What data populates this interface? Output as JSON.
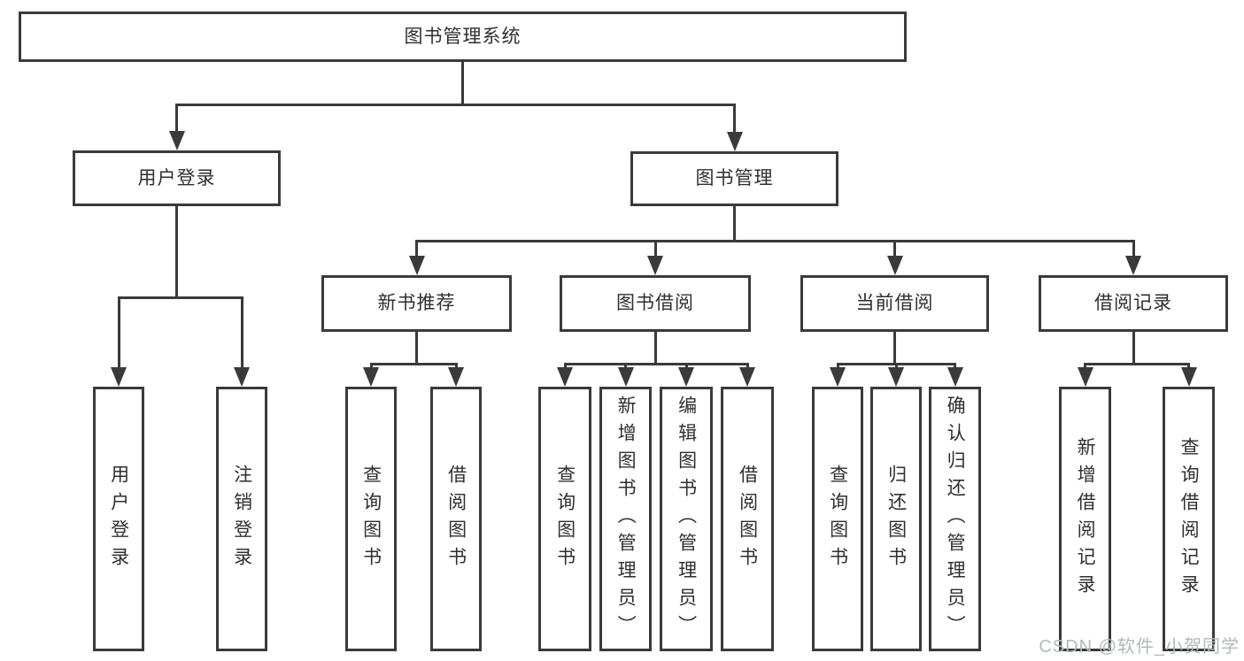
{
  "colors": {
    "line": "#3a3a3a",
    "text": "#2f2f2f",
    "node_background": "#ffffff",
    "watermark": "#b3b8bd",
    "background": "#ffffff"
  },
  "watermark": {
    "text": "CSDN @软件_小贺同学"
  },
  "diagram": {
    "root": {
      "label": "图书管理系统"
    },
    "level1": [
      {
        "label": "用户登录",
        "children": [
          {
            "label": "用户登录"
          },
          {
            "label": "注销登录"
          }
        ]
      },
      {
        "label": "图书管理",
        "children": [
          {
            "label": "新书推荐",
            "children": [
              {
                "label": "查询图书"
              },
              {
                "label": "借阅图书"
              }
            ]
          },
          {
            "label": "图书借阅",
            "children": [
              {
                "label": "查询图书"
              },
              {
                "label": "新增图书（管理员）"
              },
              {
                "label": "编辑图书（管理员）"
              },
              {
                "label": "借阅图书"
              }
            ]
          },
          {
            "label": "当前借阅",
            "children": [
              {
                "label": "查询图书"
              },
              {
                "label": "归还图书"
              },
              {
                "label": "确认归还（管理员）"
              }
            ]
          },
          {
            "label": "借阅记录",
            "children": [
              {
                "label": "新增借阅记录"
              },
              {
                "label": "查询借阅记录"
              }
            ]
          }
        ]
      }
    ]
  }
}
